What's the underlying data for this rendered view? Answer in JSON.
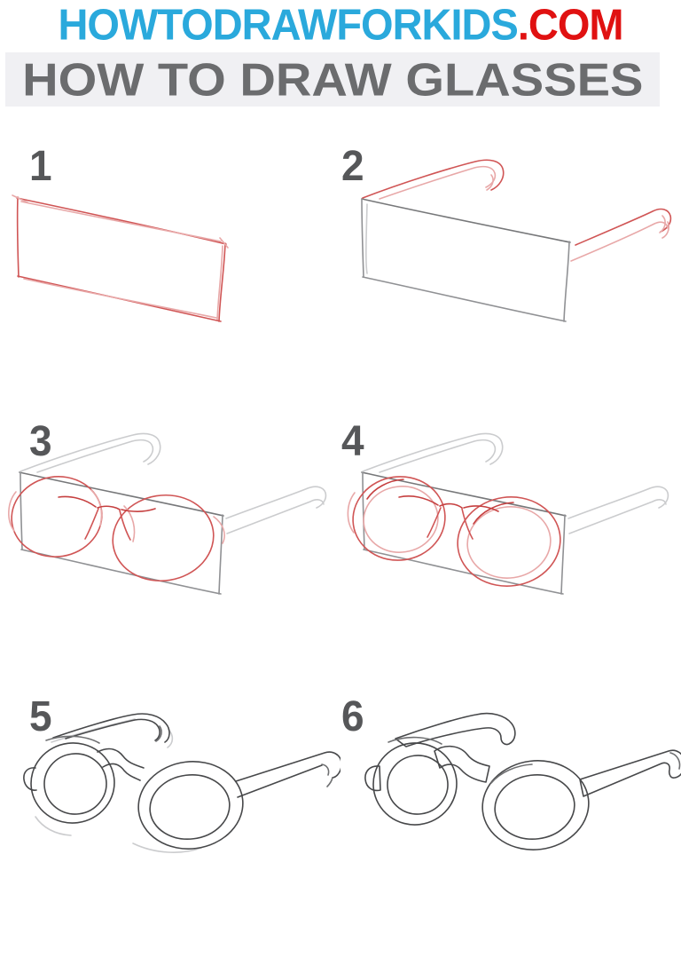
{
  "header": {
    "site_name": "HOWTODRAWFORKIDS",
    "site_tld": ".COM",
    "site_name_color": "#2aa9dc",
    "site_tld_color": "#e01111"
  },
  "title_bar": {
    "text": "HOW TO DRAW GLASSES",
    "text_color": "#6b6c6e",
    "background": "#f0f0f3"
  },
  "steps": [
    {
      "number": "1"
    },
    {
      "number": "2"
    },
    {
      "number": "3"
    },
    {
      "number": "4"
    },
    {
      "number": "5"
    },
    {
      "number": "6"
    }
  ],
  "palette": {
    "step_number_color": "#565759",
    "sketch_red": "#d05555",
    "sketch_red_light": "#e8a8a8",
    "sketch_red_dark": "#c64040",
    "sketch_gray": "#909194",
    "sketch_gray_light": "#cbccce",
    "sketch_dark": "#47484a",
    "frame_fill_gray": "#bfc0c2",
    "page_background": "#ffffff"
  }
}
